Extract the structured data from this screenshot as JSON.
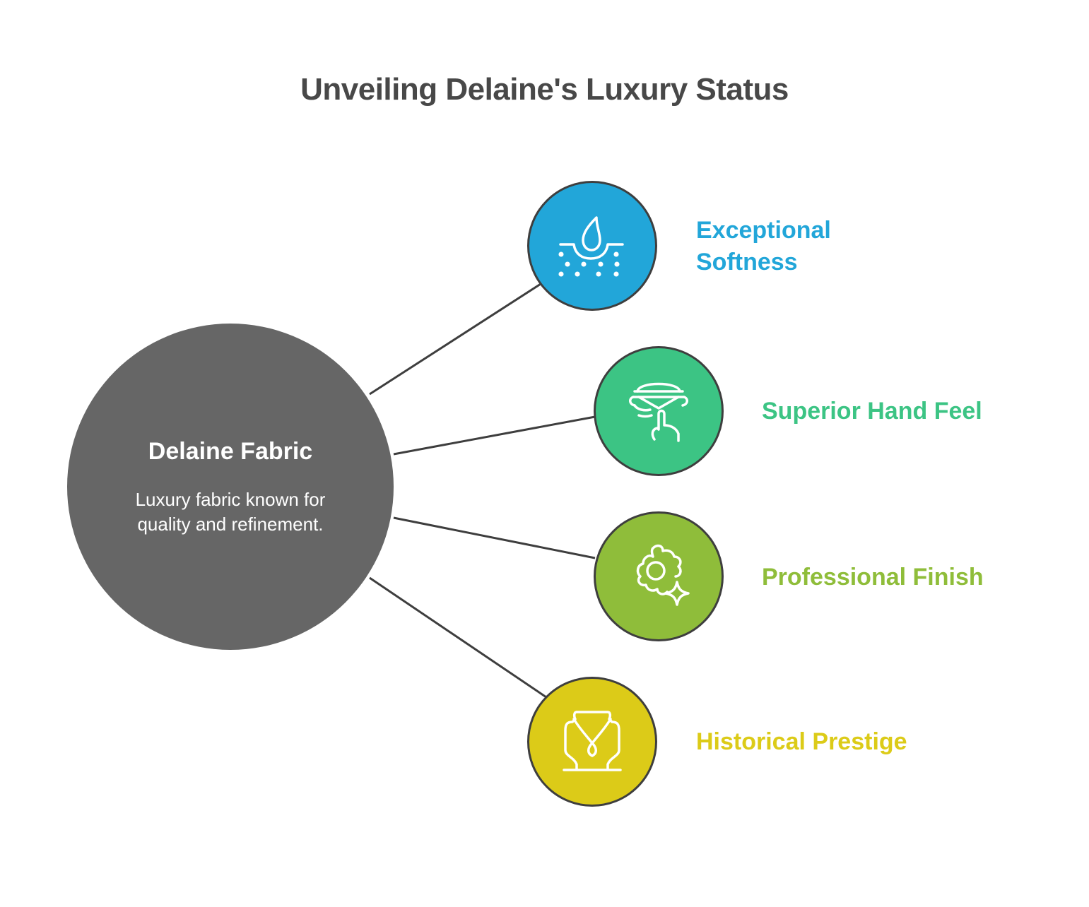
{
  "title": "Unveiling Delaine's Luxury Status",
  "hub": {
    "title": "Delaine Fabric",
    "description": "Luxury fabric known for quality and refinement.",
    "color": "#666666"
  },
  "nodes": [
    {
      "label_line1": "Exceptional",
      "label_line2": "Softness",
      "icon": "water-drop-absorb-icon",
      "color": "#22a6d9"
    },
    {
      "label_line1": "Superior Hand Feel",
      "icon": "hand-touch-fabric-icon",
      "color": "#3cc484"
    },
    {
      "label_line1": "Professional Finish",
      "icon": "gear-sparkle-icon",
      "color": "#8fbd3a"
    },
    {
      "label_line1": "Historical Prestige",
      "icon": "necklace-bust-icon",
      "color": "#dccb18"
    }
  ]
}
